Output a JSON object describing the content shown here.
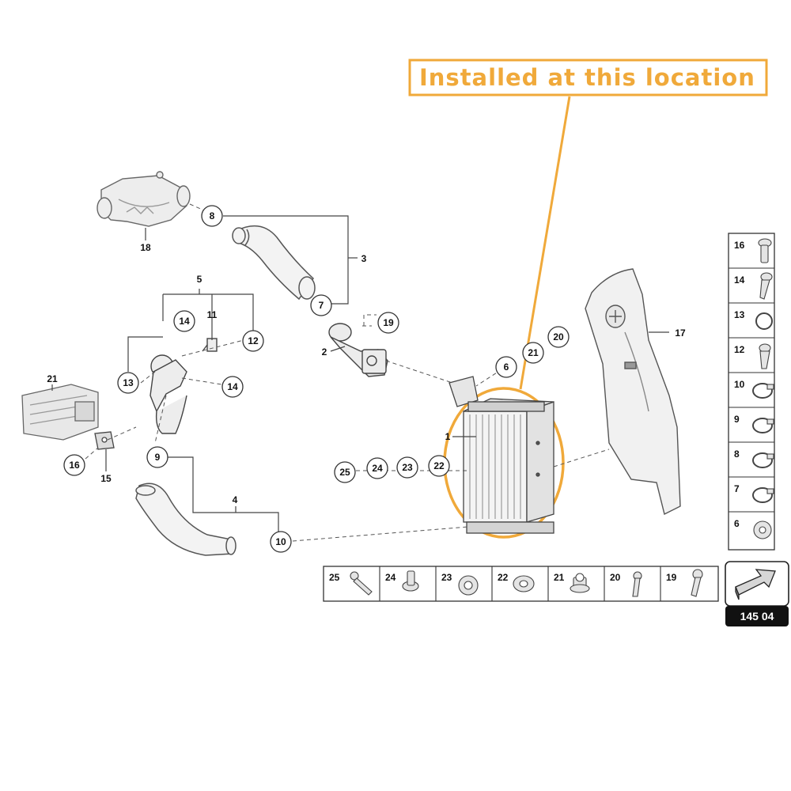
{
  "callout": {
    "text": "Installed at this location",
    "color": "#f0a93a"
  },
  "labels": {
    "n1": "1",
    "n2": "2",
    "n3": "3",
    "n4": "4",
    "n5": "5",
    "n6": "6",
    "n7": "7",
    "n8": "8",
    "n9": "9",
    "n10": "10",
    "n11": "11",
    "n12": "12",
    "n13": "13",
    "n14a": "14",
    "n14b": "14",
    "n15": "15",
    "n16": "16",
    "n17": "17",
    "n18": "18",
    "n19": "19",
    "n20": "20",
    "n21a": "21",
    "n21b": "21",
    "n22": "22",
    "n23": "23",
    "n24": "24",
    "n25": "25"
  },
  "hardware_right": [
    "16",
    "14",
    "13",
    "12",
    "10",
    "9",
    "8",
    "7",
    "6"
  ],
  "hardware_bottom": [
    "25",
    "24",
    "23",
    "22",
    "21",
    "20",
    "19"
  ],
  "catalog_number": "145 04",
  "nav_icon": "next-arrow-icon"
}
